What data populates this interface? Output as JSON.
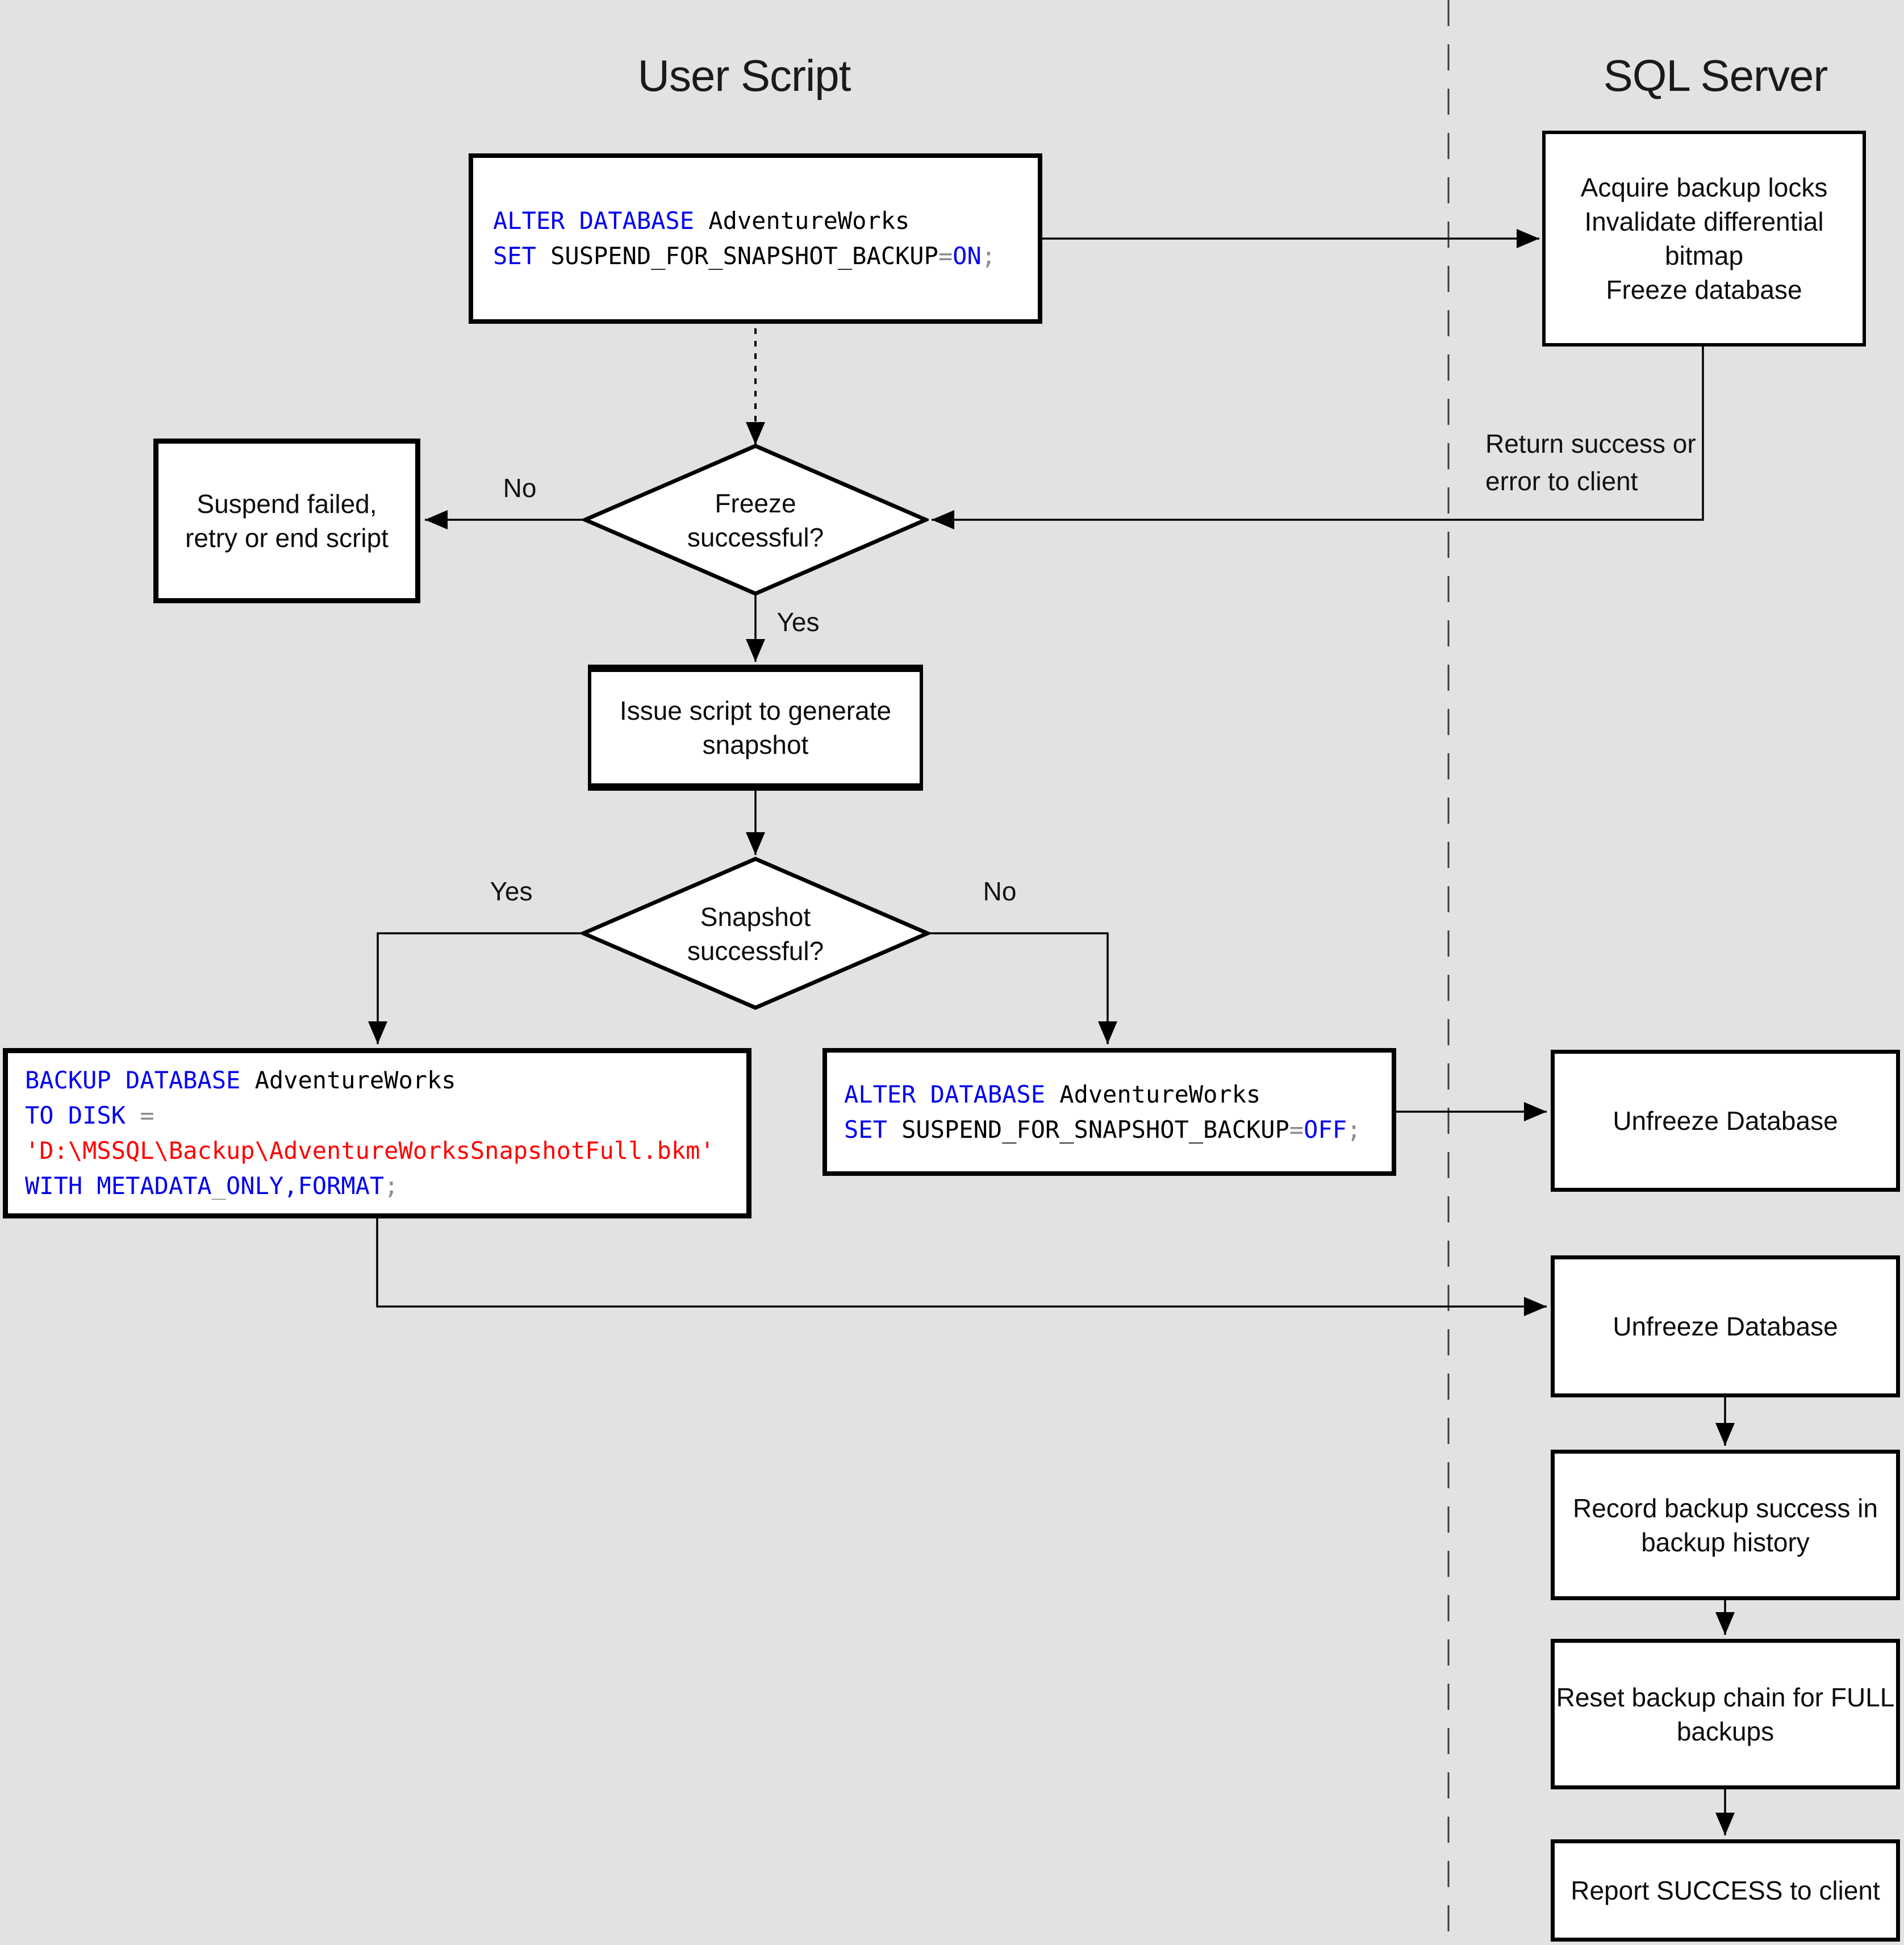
{
  "titles": {
    "left": "User Script",
    "right": "SQL Server"
  },
  "colors": {
    "background": "#e2e2e2",
    "box_fill": "#ffffff",
    "line": "#000000",
    "keyword": "#0000ee",
    "identifier": "#000000",
    "operator": "#8c8c8c",
    "string": "#ff0000"
  },
  "boxes": {
    "acquire": {
      "text": "Acquire backup locks\nInvalidate differential\nbitmap\nFreeze database"
    },
    "suspend_failed": {
      "text": "Suspend failed,\nretry or end script"
    },
    "issue_script": {
      "text": "Issue script to generate\nsnapshot"
    },
    "unfreeze_1": {
      "text": "Unfreeze Database"
    },
    "unfreeze_2": {
      "text": "Unfreeze Database"
    },
    "record_history": {
      "text": "Record backup success in\nbackup history"
    },
    "reset_chain": {
      "text": "Reset backup chain for FULL\nbackups"
    },
    "report_success": {
      "text": "Report SUCCESS to client"
    }
  },
  "code": {
    "suspend_on": {
      "lines": [
        [
          [
            "ALTER DATABASE",
            "kw"
          ],
          [
            " AdventureWorks",
            "id"
          ]
        ],
        [
          [
            "SET",
            "kw"
          ],
          [
            " SUSPEND_FOR_SNAPSHOT_BACKUP",
            "id"
          ],
          [
            "=",
            "op"
          ],
          [
            "ON",
            "kw"
          ],
          [
            ";",
            "op"
          ]
        ]
      ]
    },
    "backup_metadata": {
      "lines": [
        [
          [
            "BACKUP DATABASE",
            "kw"
          ],
          [
            " AdventureWorks",
            "id"
          ]
        ],
        [
          [
            "TO DISK",
            "kw"
          ],
          [
            " ",
            "id"
          ],
          [
            "=",
            "op"
          ]
        ],
        [
          [
            "'D:\\MSSQL\\Backup\\AdventureWorksSnapshotFull.bkm'",
            "str"
          ]
        ],
        [
          [
            "WITH METADATA",
            "kw"
          ],
          [
            "_",
            "op"
          ],
          [
            "ONLY,FORMAT",
            "kw"
          ],
          [
            ";",
            "op"
          ]
        ]
      ]
    },
    "suspend_off": {
      "lines": [
        [
          [
            "ALTER DATABASE",
            "kw"
          ],
          [
            " AdventureWorks",
            "id"
          ]
        ],
        [
          [
            "SET",
            "kw"
          ],
          [
            " SUSPEND_FOR_SNAPSHOT_BACKUP",
            "id"
          ],
          [
            "=",
            "op"
          ],
          [
            "OFF",
            "kw"
          ],
          [
            ";",
            "op"
          ]
        ]
      ]
    }
  },
  "decisions": {
    "freeze": {
      "text": "Freeze\nsuccessful?"
    },
    "snapshot": {
      "text": "Snapshot\nsuccessful?"
    }
  },
  "edge_labels": {
    "freeze_no": "No",
    "freeze_yes": "Yes",
    "snapshot_yes": "Yes",
    "snapshot_no": "No",
    "return_note": "Return success or\nerror to client"
  }
}
